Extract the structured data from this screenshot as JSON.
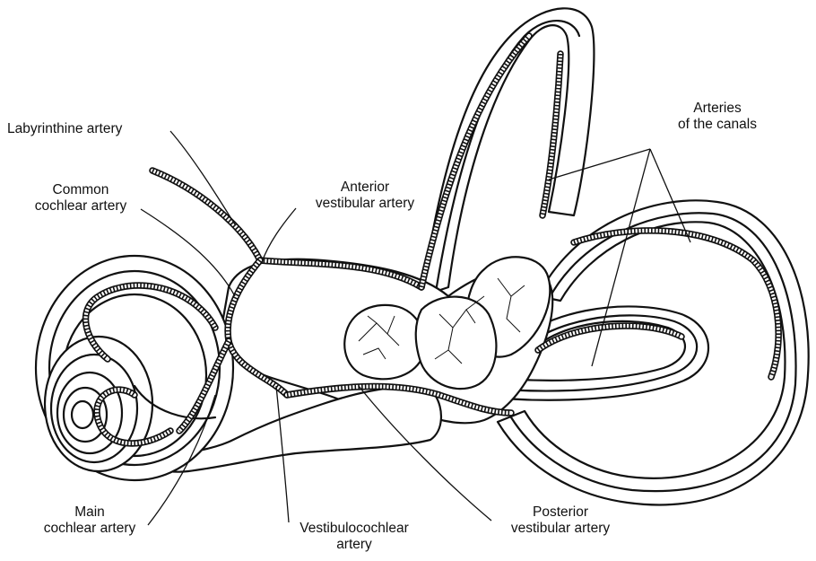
{
  "labels": {
    "labyrinthine_artery": "Labyrinthine artery",
    "common_cochlear_1": "Common",
    "common_cochlear_2": "cochlear artery",
    "anterior_vestibular_1": "Anterior",
    "anterior_vestibular_2": "vestibular artery",
    "arteries_canals_1": "Arteries",
    "arteries_canals_2": "of the canals",
    "main_cochlear_1": "Main",
    "main_cochlear_2": "cochlear artery",
    "vestibulocochlear_1": "Vestibulocochlear",
    "vestibulocochlear_2": "artery",
    "posterior_vestibular_1": "Posterior",
    "posterior_vestibular_2": "vestibular artery"
  }
}
